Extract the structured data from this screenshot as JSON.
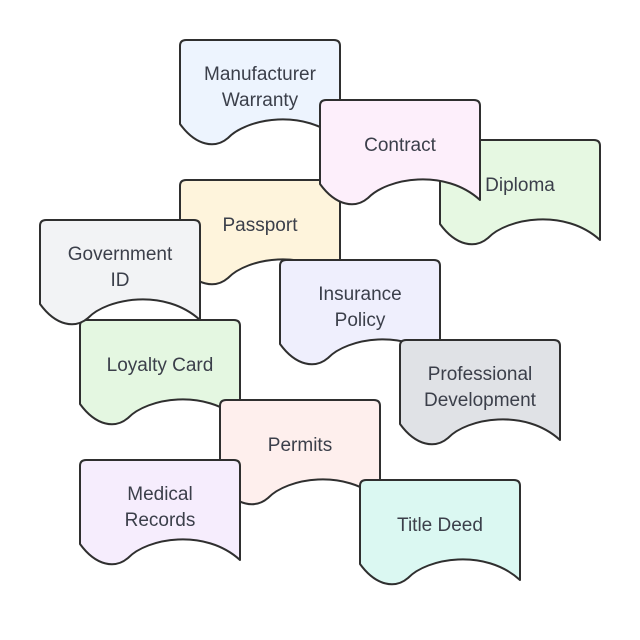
{
  "documents": [
    {
      "id": "diploma",
      "lines": [
        "Diploma"
      ],
      "fill": "#e6f8e2"
    },
    {
      "id": "manufacturer-warranty",
      "lines": [
        "Manufacturer",
        "Warranty"
      ],
      "fill": "#edf4fe"
    },
    {
      "id": "passport",
      "lines": [
        "Passport"
      ],
      "fill": "#fef4dc"
    },
    {
      "id": "contract",
      "lines": [
        "Contract"
      ],
      "fill": "#fdeffb"
    },
    {
      "id": "loyalty-card",
      "lines": [
        "Loyalty Card"
      ],
      "fill": "#e4f7e1"
    },
    {
      "id": "government-id",
      "lines": [
        "Government",
        "ID"
      ],
      "fill": "#f2f3f5"
    },
    {
      "id": "insurance-policy",
      "lines": [
        "Insurance",
        "Policy"
      ],
      "fill": "#efeffd"
    },
    {
      "id": "professional-development",
      "lines": [
        "Professional",
        "Development"
      ],
      "fill": "#e0e2e6"
    },
    {
      "id": "permits",
      "lines": [
        "Permits"
      ],
      "fill": "#feefed"
    },
    {
      "id": "medical-records",
      "lines": [
        "Medical",
        "Records"
      ],
      "fill": "#f6edfd"
    },
    {
      "id": "title-deed",
      "lines": [
        "Title Deed"
      ],
      "fill": "#dbf8f2"
    }
  ]
}
